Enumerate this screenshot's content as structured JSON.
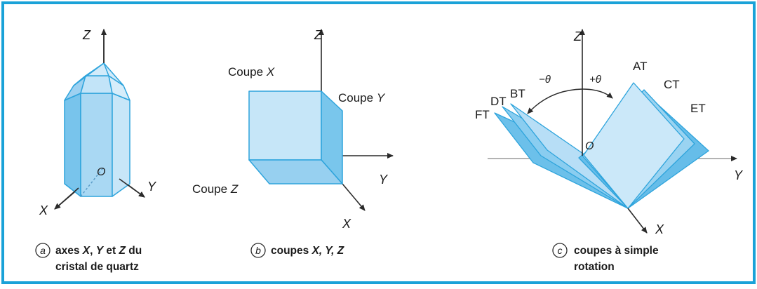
{
  "colors": {
    "frame": "#1aa2d8",
    "face_light": "#cfe9f8",
    "face_mid": "#a8d6f2",
    "face_dark": "#6dc0ea",
    "edge": "#2ea4dc",
    "axis": "#2a2a2a",
    "horizon": "#9a9a9a"
  },
  "panel_a": {
    "axis_z": "Z",
    "axis_x": "X",
    "axis_y": "Y",
    "origin": "O",
    "caption_letter": "a",
    "caption_line1_pre": "axes ",
    "caption_line1_x": "X",
    "caption_line1_sep": ", ",
    "caption_line1_y": "Y",
    "caption_line1_et": " et ",
    "caption_line1_z": "Z",
    "caption_line1_post": " du",
    "caption_line2": "cristal de quartz"
  },
  "panel_b": {
    "axis_z": "Z",
    "axis_x": "X",
    "axis_y": "Y",
    "cut_x_pre": "Coupe ",
    "cut_x_axis": "X",
    "cut_y_pre": "Coupe ",
    "cut_y_axis": "Y",
    "cut_z_pre": "Coupe ",
    "cut_z_axis": "Z",
    "caption_letter": "b",
    "caption_pre": "coupes ",
    "caption_axes": "X, Y, Z"
  },
  "panel_c": {
    "axis_z": "Z",
    "axis_x": "X",
    "axis_y": "Y",
    "origin": "O",
    "minus_theta": "−θ",
    "plus_theta": "+θ",
    "cuts": [
      "AT",
      "BT",
      "CT",
      "DT",
      "ET",
      "FT"
    ],
    "caption_letter": "c",
    "caption_line1": "coupes à simple",
    "caption_line2": "rotation"
  }
}
